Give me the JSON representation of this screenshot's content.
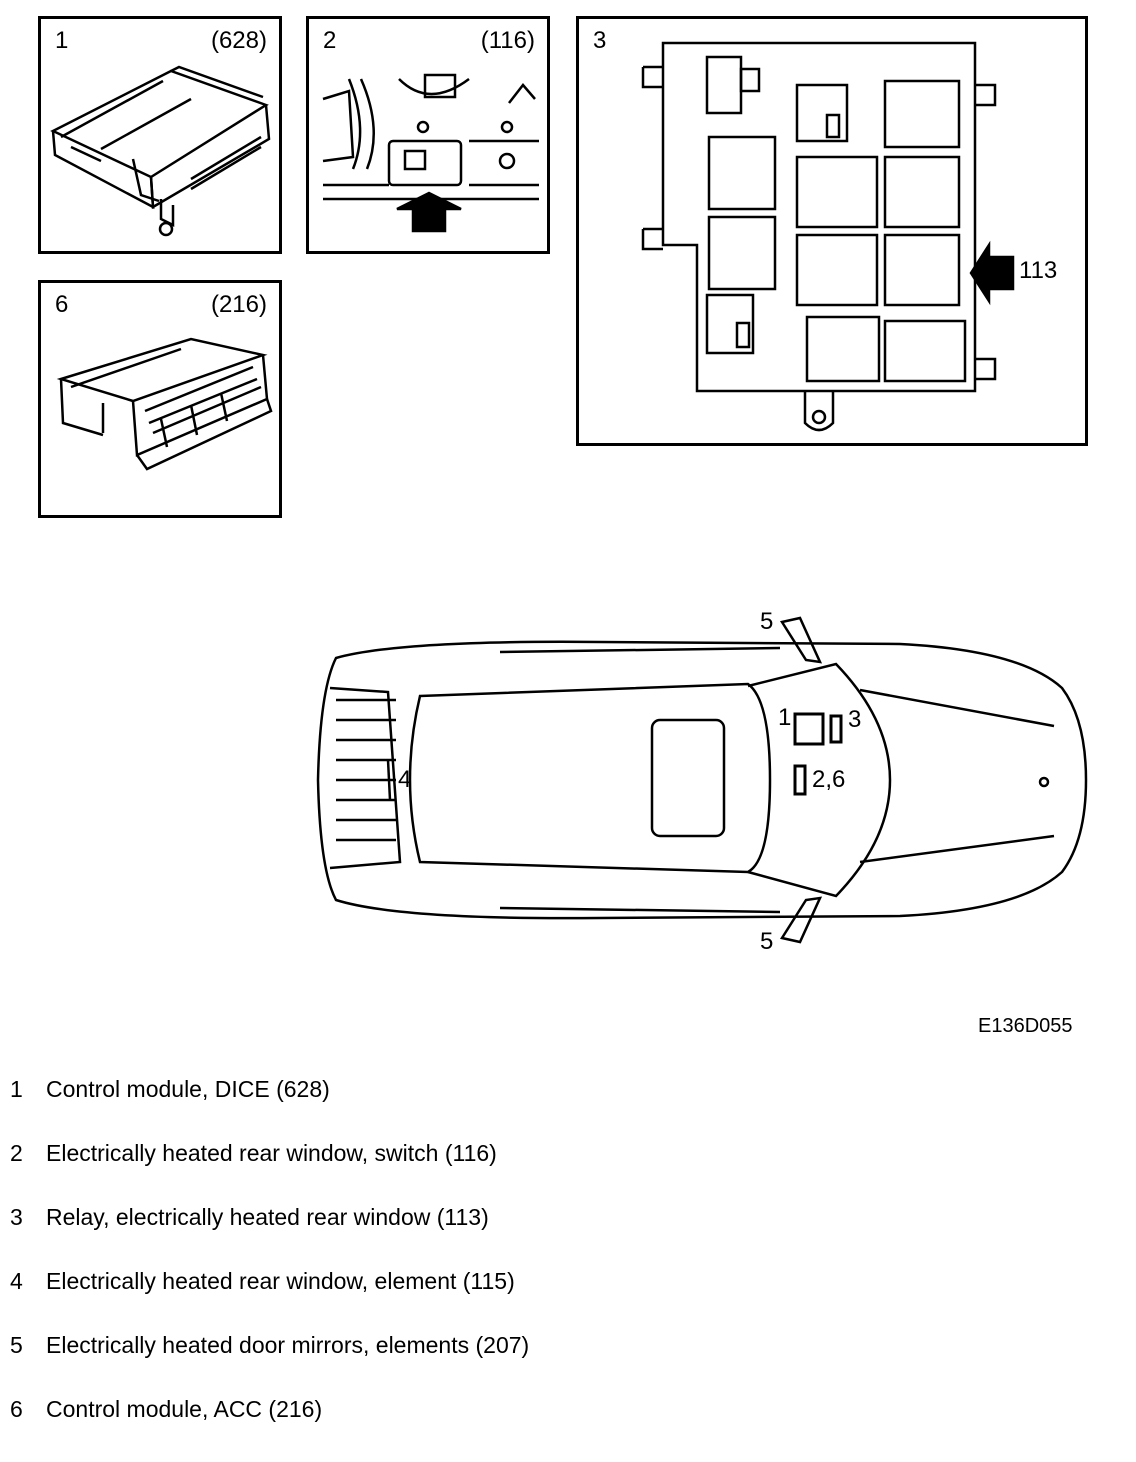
{
  "panels": {
    "p1": {
      "number": "1",
      "code": "(628)"
    },
    "p2": {
      "number": "2",
      "code": "(116)"
    },
    "p3": {
      "number": "3",
      "code": "",
      "relay_callout": "113"
    },
    "p6": {
      "number": "6",
      "code": "(216)"
    }
  },
  "car": {
    "callouts": {
      "mirror_top": "5",
      "mirror_bottom": "5",
      "rear_element": "4",
      "dice": "1",
      "relay": "3",
      "switch_acc": "2,6"
    }
  },
  "figure_code": "E136D055",
  "legend": [
    {
      "num": "1",
      "text": "Control module, DICE (628)"
    },
    {
      "num": "2",
      "text": "Electrically heated rear window, switch (116)"
    },
    {
      "num": "3",
      "text": "Relay, electrically heated rear window (113)"
    },
    {
      "num": "4",
      "text": "Electrically heated rear window, element (115)"
    },
    {
      "num": "5",
      "text": "Electrically heated door mirrors, elements (207)"
    },
    {
      "num": "6",
      "text": "Control module, ACC (216)"
    }
  ]
}
